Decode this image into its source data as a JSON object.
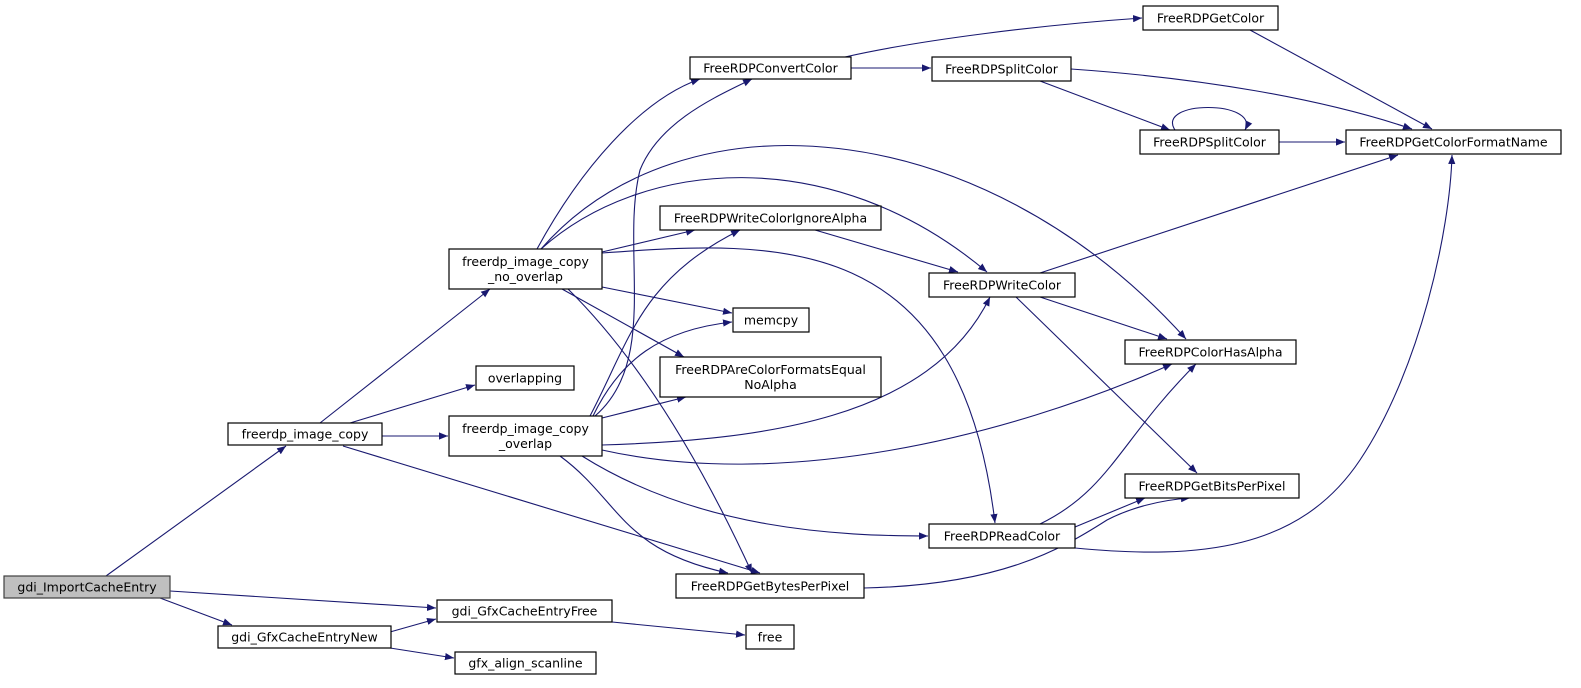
{
  "colors": {
    "edge": "#191970",
    "node_border": "#000000",
    "node_fill": "#ffffff",
    "root_fill": "#bfbfbf",
    "background": "#ffffff"
  },
  "nodes": [
    {
      "id": "gdi_ImportCacheEntry",
      "lines": [
        "gdi_ImportCacheEntry"
      ],
      "root": true
    },
    {
      "id": "freerdp_image_copy",
      "lines": [
        "freerdp_image_copy"
      ]
    },
    {
      "id": "gdi_GfxCacheEntryNew",
      "lines": [
        "gdi_GfxCacheEntryNew"
      ]
    },
    {
      "id": "freerdp_image_copy_no_overlap",
      "lines": [
        "freerdp_image_copy",
        "_no_overlap"
      ]
    },
    {
      "id": "overlapping",
      "lines": [
        "overlapping"
      ]
    },
    {
      "id": "freerdp_image_copy_overlap",
      "lines": [
        "freerdp_image_copy",
        "_overlap"
      ]
    },
    {
      "id": "gdi_GfxCacheEntryFree",
      "lines": [
        "gdi_GfxCacheEntryFree"
      ]
    },
    {
      "id": "gfx_align_scanline",
      "lines": [
        "gfx_align_scanline"
      ]
    },
    {
      "id": "FreeRDPConvertColor",
      "lines": [
        "FreeRDPConvertColor"
      ]
    },
    {
      "id": "FreeRDPWriteColorIgnoreAlpha",
      "lines": [
        "FreeRDPWriteColorIgnoreAlpha"
      ]
    },
    {
      "id": "memcpy",
      "lines": [
        "memcpy"
      ]
    },
    {
      "id": "FreeRDPAreColorFormatsEqualNoAlpha",
      "lines": [
        "FreeRDPAreColorFormatsEqual",
        "NoAlpha"
      ]
    },
    {
      "id": "FreeRDPGetBytesPerPixel",
      "lines": [
        "FreeRDPGetBytesPerPixel"
      ]
    },
    {
      "id": "free",
      "lines": [
        "free"
      ]
    },
    {
      "id": "FreeRDPSplitColor",
      "lines": [
        "FreeRDPSplitColor"
      ]
    },
    {
      "id": "FreeRDPWriteColor",
      "lines": [
        "FreeRDPWriteColor"
      ]
    },
    {
      "id": "FreeRDPReadColor",
      "lines": [
        "FreeRDPReadColor"
      ]
    },
    {
      "id": "FreeRDPGetColor",
      "lines": [
        "FreeRDPGetColor"
      ]
    },
    {
      "id": "FreeRDPSplitColor2",
      "lines": [
        "FreeRDPSplitColor"
      ]
    },
    {
      "id": "FreeRDPGetColorFormatName",
      "lines": [
        "FreeRDPGetColorFormatName"
      ]
    },
    {
      "id": "FreeRDPColorHasAlpha",
      "lines": [
        "FreeRDPColorHasAlpha"
      ]
    },
    {
      "id": "FreeRDPGetBitsPerPixel",
      "lines": [
        "FreeRDPGetBitsPerPixel"
      ]
    }
  ],
  "edges": [
    {
      "from": "gdi_ImportCacheEntry",
      "to": "freerdp_image_copy"
    },
    {
      "from": "gdi_ImportCacheEntry",
      "to": "gdi_GfxCacheEntryFree"
    },
    {
      "from": "gdi_ImportCacheEntry",
      "to": "gdi_GfxCacheEntryNew"
    },
    {
      "from": "gdi_GfxCacheEntryNew",
      "to": "gdi_GfxCacheEntryFree"
    },
    {
      "from": "gdi_GfxCacheEntryNew",
      "to": "gfx_align_scanline"
    },
    {
      "from": "gdi_GfxCacheEntryFree",
      "to": "free"
    },
    {
      "from": "freerdp_image_copy",
      "to": "freerdp_image_copy_no_overlap"
    },
    {
      "from": "freerdp_image_copy",
      "to": "overlapping"
    },
    {
      "from": "freerdp_image_copy",
      "to": "freerdp_image_copy_overlap"
    },
    {
      "from": "freerdp_image_copy",
      "to": "FreeRDPGetBytesPerPixel"
    },
    {
      "from": "freerdp_image_copy_no_overlap",
      "to": "FreeRDPConvertColor"
    },
    {
      "from": "freerdp_image_copy_no_overlap",
      "to": "FreeRDPWriteColorIgnoreAlpha"
    },
    {
      "from": "freerdp_image_copy_no_overlap",
      "to": "memcpy"
    },
    {
      "from": "freerdp_image_copy_no_overlap",
      "to": "FreeRDPAreColorFormatsEqualNoAlpha"
    },
    {
      "from": "freerdp_image_copy_no_overlap",
      "to": "FreeRDPGetBytesPerPixel"
    },
    {
      "from": "freerdp_image_copy_no_overlap",
      "to": "FreeRDPWriteColor"
    },
    {
      "from": "freerdp_image_copy_no_overlap",
      "to": "FreeRDPReadColor"
    },
    {
      "from": "freerdp_image_copy_no_overlap",
      "to": "FreeRDPColorHasAlpha"
    },
    {
      "from": "freerdp_image_copy_overlap",
      "to": "FreeRDPConvertColor"
    },
    {
      "from": "freerdp_image_copy_overlap",
      "to": "FreeRDPWriteColorIgnoreAlpha"
    },
    {
      "from": "freerdp_image_copy_overlap",
      "to": "memcpy"
    },
    {
      "from": "freerdp_image_copy_overlap",
      "to": "FreeRDPAreColorFormatsEqualNoAlpha"
    },
    {
      "from": "freerdp_image_copy_overlap",
      "to": "FreeRDPWriteColor"
    },
    {
      "from": "freerdp_image_copy_overlap",
      "to": "FreeRDPColorHasAlpha"
    },
    {
      "from": "freerdp_image_copy_overlap",
      "to": "FreeRDPReadColor"
    },
    {
      "from": "freerdp_image_copy_overlap",
      "to": "FreeRDPGetBytesPerPixel"
    },
    {
      "from": "FreeRDPConvertColor",
      "to": "FreeRDPGetColor"
    },
    {
      "from": "FreeRDPConvertColor",
      "to": "FreeRDPSplitColor"
    },
    {
      "from": "FreeRDPSplitColor",
      "to": "FreeRDPGetColorFormatName"
    },
    {
      "from": "FreeRDPSplitColor",
      "to": "FreeRDPSplitColor2"
    },
    {
      "from": "FreeRDPSplitColor2",
      "to": "FreeRDPSplitColor2"
    },
    {
      "from": "FreeRDPSplitColor2",
      "to": "FreeRDPGetColorFormatName"
    },
    {
      "from": "FreeRDPGetColor",
      "to": "FreeRDPGetColorFormatName"
    },
    {
      "from": "FreeRDPWriteColorIgnoreAlpha",
      "to": "FreeRDPWriteColor"
    },
    {
      "from": "FreeRDPWriteColor",
      "to": "FreeRDPGetColorFormatName"
    },
    {
      "from": "FreeRDPWriteColor",
      "to": "FreeRDPColorHasAlpha"
    },
    {
      "from": "FreeRDPWriteColor",
      "to": "FreeRDPGetBitsPerPixel"
    },
    {
      "from": "FreeRDPReadColor",
      "to": "FreeRDPColorHasAlpha"
    },
    {
      "from": "FreeRDPReadColor",
      "to": "FreeRDPGetBitsPerPixel"
    },
    {
      "from": "FreeRDPReadColor",
      "to": "FreeRDPGetColorFormatName"
    },
    {
      "from": "FreeRDPGetBytesPerPixel",
      "to": "FreeRDPGetBitsPerPixel"
    }
  ]
}
